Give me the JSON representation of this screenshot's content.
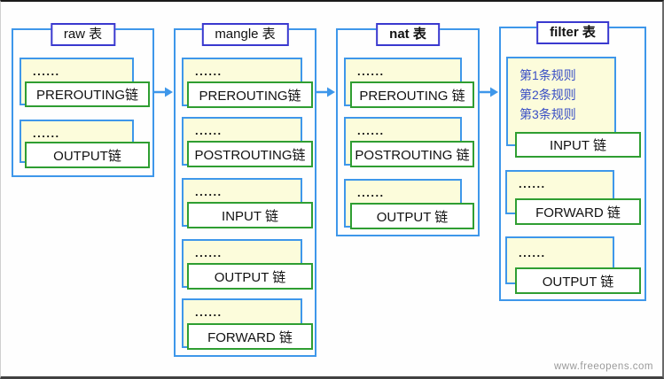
{
  "dots": "......",
  "watermark": "www.freeopens.com",
  "colors": {
    "container_border": "#3e97ea",
    "title_border": "#3a39cf",
    "chain_border": "#2f9e32",
    "group_fill": "#fcfcdb",
    "rule_text": "#3a4fc5",
    "arrow": "#3e97ea"
  },
  "tables": [
    {
      "title": "raw 表",
      "groups": [
        {
          "chain": "PREROUTING链"
        },
        {
          "chain": "OUTPUT链"
        }
      ]
    },
    {
      "title": "mangle 表",
      "groups": [
        {
          "chain": "PREROUTING链"
        },
        {
          "chain": "POSTROUTING链"
        },
        {
          "chain": "INPUT 链"
        },
        {
          "chain": "OUTPUT 链"
        },
        {
          "chain": "FORWARD 链"
        }
      ]
    },
    {
      "title": "nat 表",
      "groups": [
        {
          "chain": "PREROUTING 链"
        },
        {
          "chain": "POSTROUTING 链"
        },
        {
          "chain": "OUTPUT 链"
        }
      ]
    },
    {
      "title": "filter 表",
      "groups": [
        {
          "rules": [
            "第1条规则",
            "第2条规则",
            "第3条规则"
          ],
          "chain": "INPUT 链"
        },
        {
          "chain": "FORWARD 链"
        },
        {
          "chain": "OUTPUT 链"
        }
      ]
    }
  ]
}
